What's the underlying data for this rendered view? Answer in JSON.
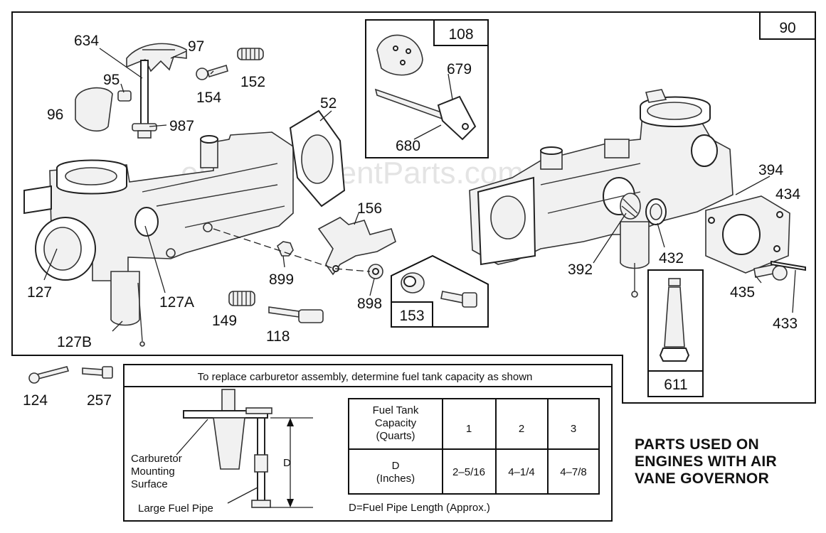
{
  "watermark": "eReplacementParts.com",
  "frame_label": "90",
  "parts": {
    "p634": "634",
    "p97": "97",
    "p95": "95",
    "p96": "96",
    "p154": "154",
    "p152": "152",
    "p987": "987",
    "p52": "52",
    "p108": "108",
    "p679": "679",
    "p680": "680",
    "p394": "394",
    "p434": "434",
    "p156": "156",
    "p127": "127",
    "p127A": "127A",
    "p127B": "127B",
    "p899": "899",
    "p149": "149",
    "p118": "118",
    "p898": "898",
    "p153": "153",
    "p392": "392",
    "p432": "432",
    "p435": "435",
    "p433": "433",
    "p611": "611",
    "p124": "124",
    "p257": "257"
  },
  "capacity_box": {
    "title": "To replace carburetor assembly, determine fuel tank capacity as shown",
    "mounting_label_1": "Carburetor",
    "mounting_label_2": "Mounting",
    "mounting_label_3": "Surface",
    "pipe_label": "Large Fuel Pipe",
    "dim_label": "D",
    "table": {
      "row1_header_1": "Fuel Tank",
      "row1_header_2": "Capacity",
      "row1_header_3": "(Quarts)",
      "row2_header_1": "D",
      "row2_header_2": "(Inches)",
      "capacities": [
        "1",
        "2",
        "3"
      ],
      "lengths": [
        "2–5/16",
        "4–1/4",
        "4–7/8"
      ]
    },
    "footnote": "D=Fuel Pipe Length (Approx.)"
  },
  "note": {
    "line1": "PARTS USED ON",
    "line2": "ENGINES WITH AIR",
    "line3": "VANE GOVERNOR"
  }
}
